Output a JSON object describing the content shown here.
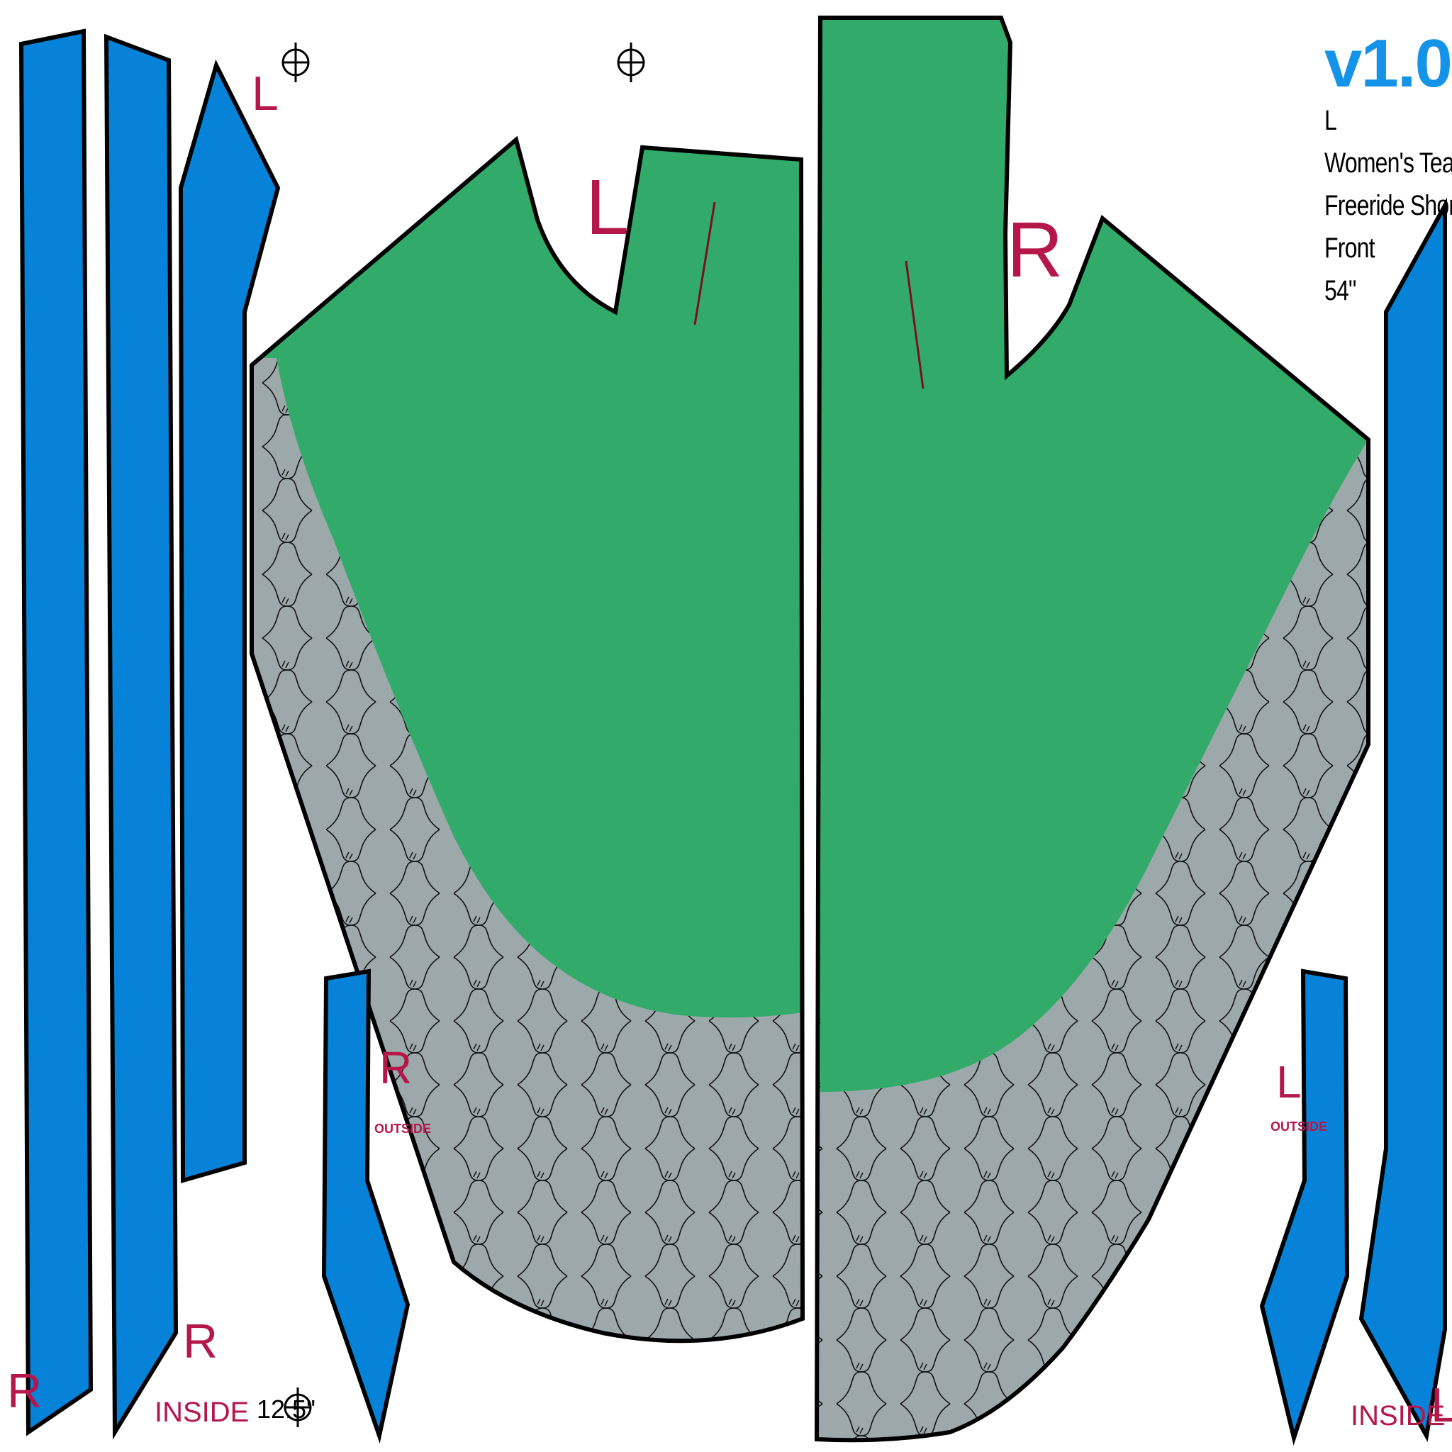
{
  "colors": {
    "panel_green": "#32ab6a",
    "panel_blue": "#0683d8",
    "mesh_grey": "#9da8ab",
    "label_red": "#b5174a",
    "text_magenta": "#e0167a",
    "version_blue": "#1593e8",
    "outline": "#000000"
  },
  "info": {
    "version": "v1.0",
    "size": "L",
    "line1": "Women's Team",
    "line2": "Freeride Short",
    "line3": "Front",
    "fabric_width": "54\""
  },
  "labels": {
    "left_main": "L",
    "right_main": "R",
    "strip_top_left": "L",
    "strip_bottom_r1": "R",
    "strip_bottom_r2": "R",
    "inside_left": "INSIDE",
    "inside_right": "INSIDE",
    "pocket_left_letter": "R",
    "pocket_left_side": "OUTSIDE",
    "pocket_right_letter": "L",
    "pocket_right_side": "OUTSIDE",
    "strip_bottom_l": "L",
    "scale": "12.5\""
  },
  "icons": {
    "registration": "crosshair-icon"
  }
}
